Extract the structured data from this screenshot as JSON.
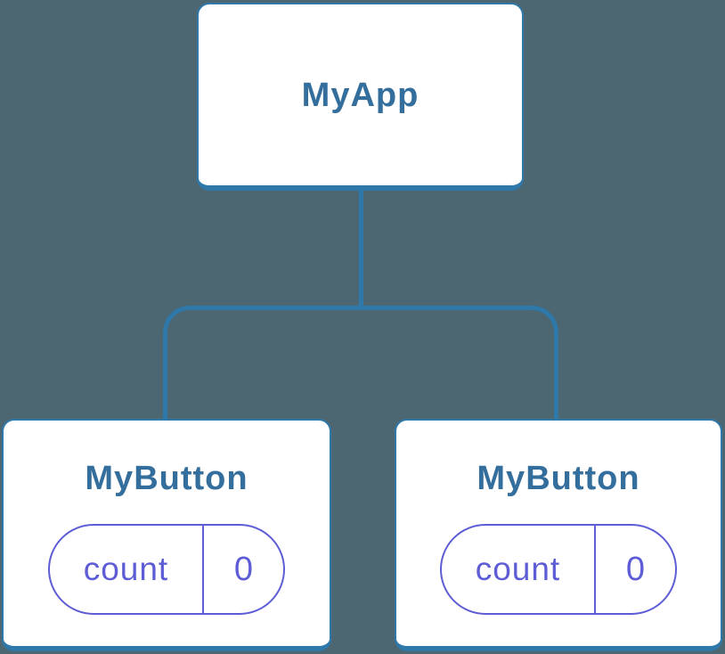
{
  "diagram": {
    "type": "component-tree",
    "colors": {
      "background": "#4C6672",
      "connector": "#2E78AA",
      "node_background": "#FFFFFF",
      "node_text": "#346E9D",
      "state_purple": "#5E5DD5"
    },
    "root": {
      "label": "MyApp"
    },
    "children": [
      {
        "label": "MyButton",
        "state": {
          "name": "count",
          "value": "0"
        }
      },
      {
        "label": "MyButton",
        "state": {
          "name": "count",
          "value": "0"
        }
      }
    ]
  }
}
